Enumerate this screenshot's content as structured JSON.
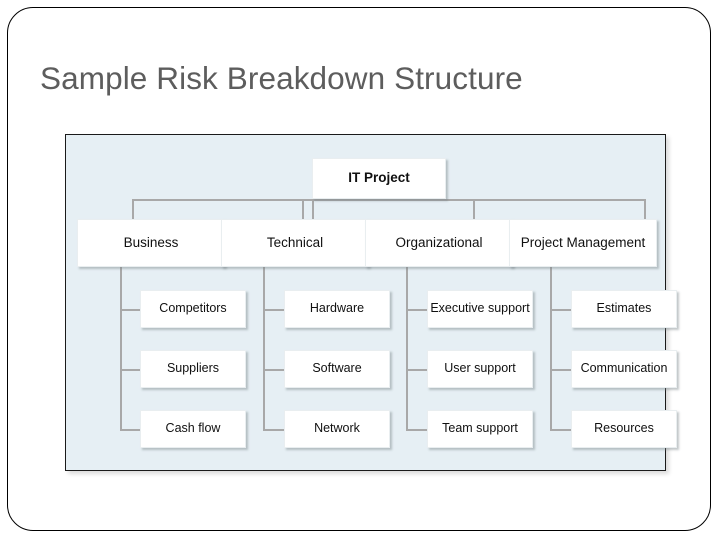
{
  "slide": {
    "title": "Sample Risk Breakdown Structure",
    "title_color": "#5d5d5d",
    "panel_background": "#e6eff4",
    "box_background": "#ffffff",
    "connector_color": "#a8a8a8"
  },
  "diagram": {
    "type": "tree",
    "root": {
      "label": "IT Project"
    },
    "branches": [
      {
        "label": "Business",
        "children": [
          {
            "label": "Competitors"
          },
          {
            "label": "Suppliers"
          },
          {
            "label": "Cash flow"
          }
        ]
      },
      {
        "label": "Technical",
        "children": [
          {
            "label": "Hardware"
          },
          {
            "label": "Software"
          },
          {
            "label": "Network"
          }
        ]
      },
      {
        "label": "Organizational",
        "children": [
          {
            "label": "Executive support"
          },
          {
            "label": "User support"
          },
          {
            "label": "Team support"
          }
        ]
      },
      {
        "label": "Project Management",
        "children": [
          {
            "label": "Estimates"
          },
          {
            "label": "Communication"
          },
          {
            "label": "Resources"
          }
        ]
      }
    ]
  }
}
